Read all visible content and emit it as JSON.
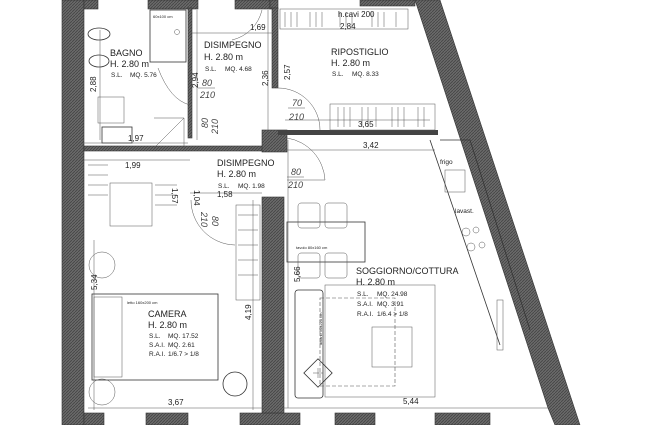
{
  "rooms": {
    "bagno": {
      "name": "BAGNO",
      "height": "H. 2.80 m",
      "sl": "S.L.",
      "sl_value": "MQ. 5.76"
    },
    "disimpegno1": {
      "name": "DISIMPEGNO",
      "height": "H. 2.80 m",
      "sl": "S.L.",
      "sl_value": "MQ. 4.68"
    },
    "ripostiglio": {
      "name": "RIPOSTIGLIO",
      "height": "H. 2.80 m",
      "sl": "S.L.",
      "sl_value": "MQ. 8.33"
    },
    "disimpegno2": {
      "name": "DISIMPEGNO",
      "height": "H. 2.80 m",
      "sl": "S.L.",
      "sl_value": "MQ. 1.98"
    },
    "camera": {
      "name": "CAMERA",
      "height": "H. 2.80 m",
      "sl": "S.L.",
      "sl_value": "MQ. 17.52",
      "sai": "S.A.I.",
      "sai_value": "MQ. 2.61",
      "rai": "R.A.I.",
      "rai_value": "1/6.7 > 1/8"
    },
    "soggiorno": {
      "name": "SOGGIORNO/COTTURA",
      "height": "H. 2.80 m",
      "sl": "S.L.",
      "sl_value": "MQ. 24.98",
      "sai": "S.A.I.",
      "sai_value": "MQ. 3.91",
      "rai": "R.A.I.",
      "rai_value": "1/6.4 > 1/8"
    }
  },
  "dimensions": {
    "d169": "1,69",
    "d284": "2,84",
    "d236": "2,36",
    "d257": "2,57",
    "d288": "2,88",
    "d294": "2,94",
    "d365": "3,65",
    "d342": "3,42",
    "d197": "1,97",
    "d199": "1,99",
    "d104": "1,04",
    "d157": "1,57",
    "d158": "1,58",
    "d566": "5,66",
    "d534": "5,34",
    "d419": "4,19",
    "d367": "3,67",
    "d544": "5,44"
  },
  "doors": {
    "w70": "70",
    "w80": "80",
    "h210": "210"
  },
  "furniture": {
    "shower": "60x100 cm",
    "cables": "h.cavi 200",
    "fridge": "frigo",
    "dishwasher": "lavast.",
    "table": "tavolo 80x160 cm",
    "bed": "letto 160x200 cm",
    "sofa": "divano 90x220 cm"
  }
}
